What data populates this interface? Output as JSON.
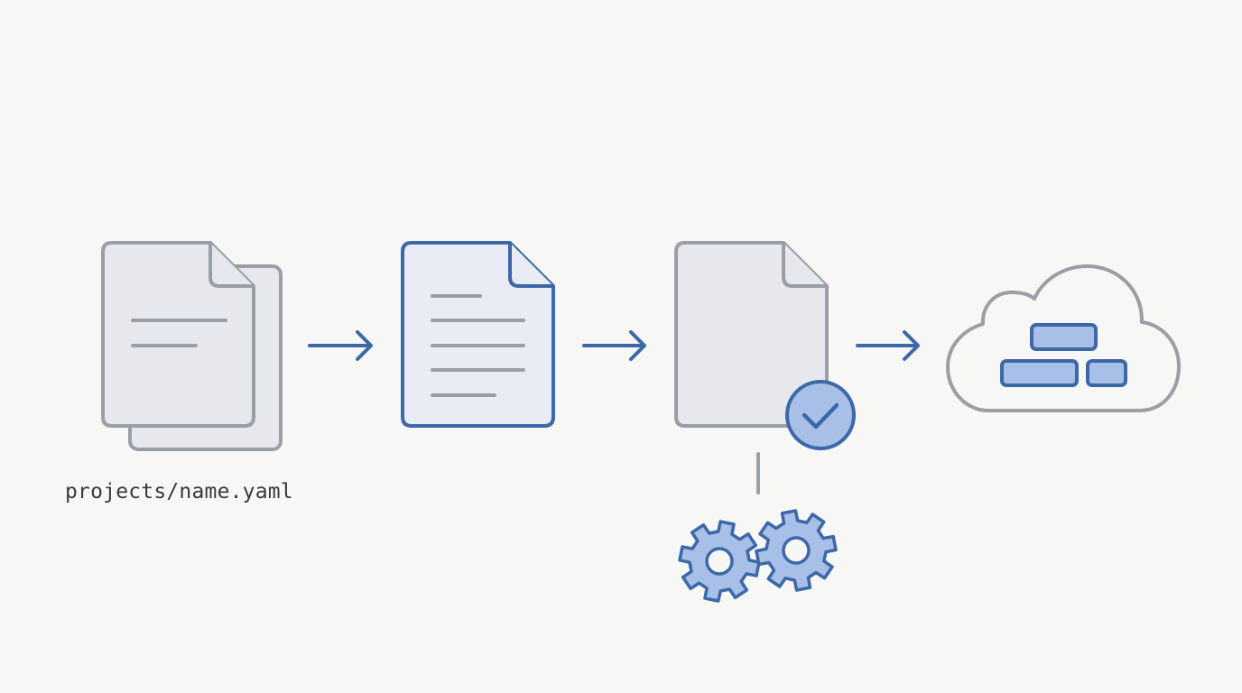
{
  "source_file": {
    "path": "projects/name.yaml"
  },
  "stages": [
    {
      "id": "source-files",
      "icon": "stacked-documents-icon"
    },
    {
      "id": "processed-document",
      "icon": "document-icon"
    },
    {
      "id": "validated-document",
      "icon": "document-checked-icon"
    },
    {
      "id": "cloud-deployment",
      "icon": "cloud-blocks-icon"
    }
  ],
  "processing": {
    "icon": "gears-icon"
  },
  "colors": {
    "background": "#f7f7f5",
    "gray_stroke": "#9a9ea6",
    "gray_fill": "#e6e8ed",
    "gray_line": "#9a9ea6",
    "blue_stroke": "#3d68a8",
    "blue_fill": "#e9ecf4",
    "blue_accent_fill": "#a8c0e8",
    "label_text": "#3a3a3a"
  }
}
